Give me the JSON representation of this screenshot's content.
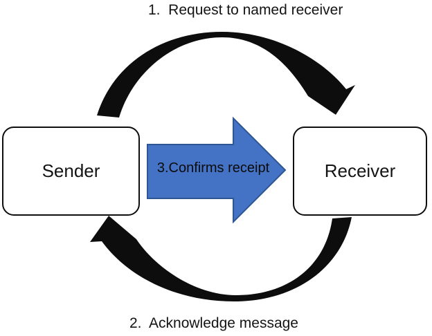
{
  "diagram": {
    "top_label": "1.  Request to named receiver",
    "bottom_label": "2.  Acknowledge message",
    "sender_label": "Sender",
    "receiver_label": "Receiver",
    "arrow_label": "3.Confirms receipt"
  },
  "colors": {
    "ink": "#0D0D0D",
    "arrow_fill": "#4472C4",
    "arrow_stroke": "#2E5693"
  }
}
